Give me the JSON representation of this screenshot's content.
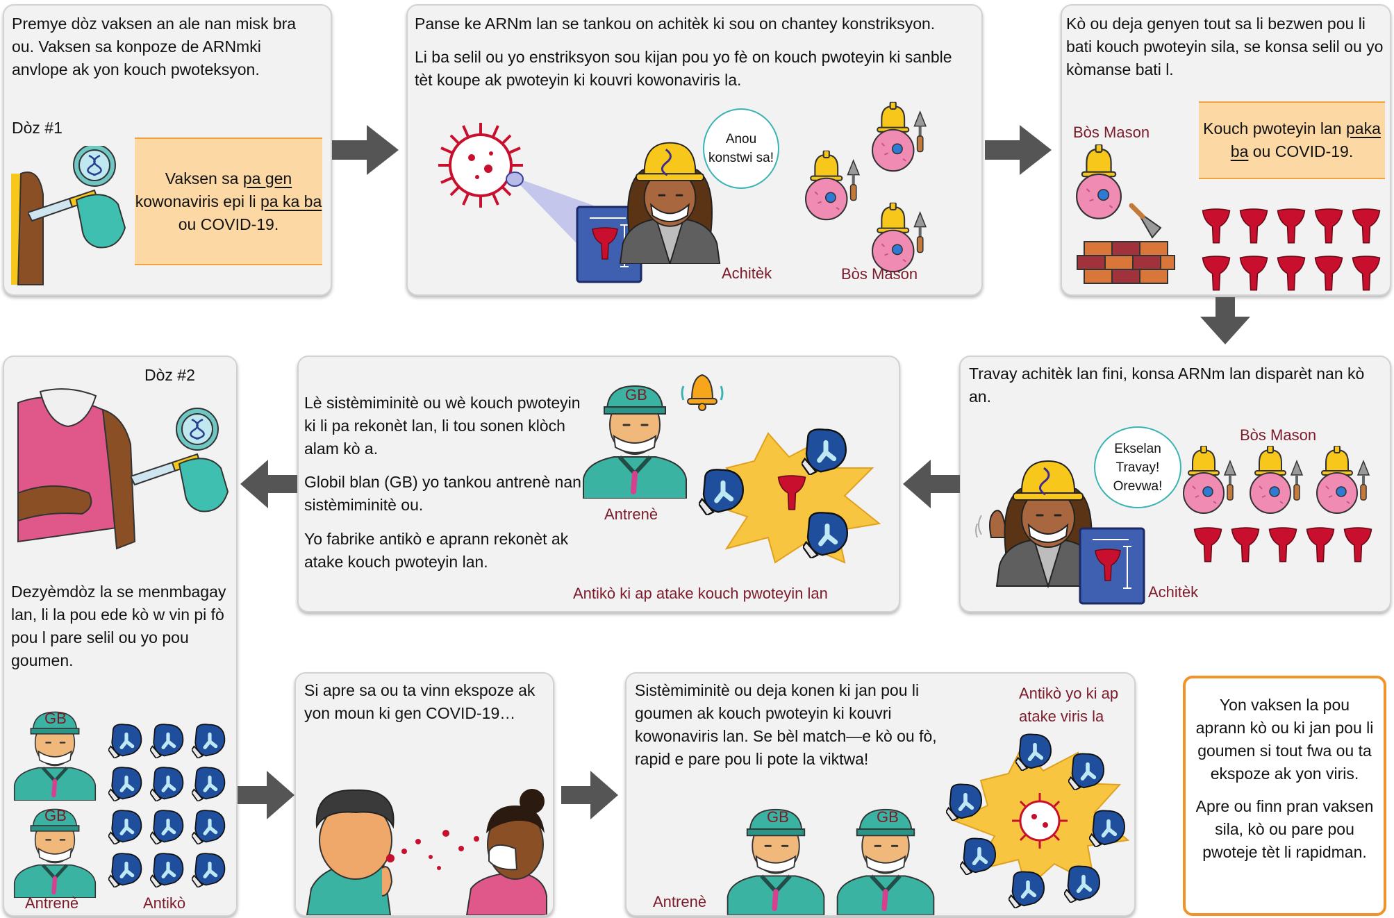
{
  "panels": {
    "p1": {
      "text": "Premye dòz vaksen an ale nan misk bra ou. Vaksen sa konpoze de ARNmki anvlope ak yon kouch pwoteksyon.",
      "dose": "Dòz #1",
      "note_a": "Vaksen sa ",
      "note_u1": "pa gen",
      "note_b": " kowonaviris epi li ",
      "note_u2": "pa ka ba",
      "note_c": " ou COVID-19."
    },
    "p2": {
      "text1": "Panse ke ARNm lan se tankou on achitèk ki sou on chantey konstriksyon.",
      "text2": "Li ba selil ou yo enstriksyon sou kijan pou yo fè on kouch pwoteyin ki sanble tèt koupe ak pwoteyin ki kouvri kowonaviris la.",
      "bubble": "Anou konstwi sa!",
      "label_architect": "Achitèk",
      "label_mason": "Bòs Mason"
    },
    "p3": {
      "text": "Kò ou deja genyen tout sa li bezwen pou li bati kouch pwoteyin sila, se konsa selil ou yo kòmanse bati l.",
      "label_mason": "Bòs Mason",
      "note_a": "Kouch pwoteyin lan ",
      "note_u": "paka ba",
      "note_b": " ou COVID-19."
    },
    "p4": {
      "text": "Travay achitèk lan fini, konsa ARNm lan disparèt nan kò an.",
      "bubble": "Ekselan Travay! Orevwa!",
      "label_mason": "Bòs Mason",
      "label_architect": "Achitèk"
    },
    "p5": {
      "text1": "Lè sistèmiminitè ou wè kouch pwoteyin ki li pa rekonèt lan, li tou sonen klòch alam kò a.",
      "text2": "Globil blan (GB) yo tankou antrenè nan sistèmiminitè ou.",
      "text3": "Yo fabrike antikò e aprann rekonèt ak atake kouch pwoteyin lan.",
      "label_coach": "Antrenè",
      "label_antibody": "Antikò ki ap atake kouch pwoteyin lan",
      "gb": "GB"
    },
    "p6": {
      "dose": "Dòz #2",
      "text": "Dezyèmdòz la se menmbagay lan, li la pou ede kò w vin pi fò pou l pare selil ou yo pou goumen.",
      "label_coach": "Antrenè",
      "label_antibody": "Antikò",
      "gb": "GB"
    },
    "p7": {
      "text": "Si apre sa ou ta vinn ekspoze ak yon moun ki gen COVID-19…"
    },
    "p8": {
      "text": "Sistèmiminitè ou deja konen ki jan pou li goumen ak kouch pwoteyin ki kouvri kowonaviris lan. Se bèl match—e kò ou fò, rapid e pare pou li pote la viktwa!",
      "label_antibody": "Antikò yo ki ap atake viris la",
      "label_coach": "Antrenè",
      "gb": "GB"
    },
    "final": {
      "text1": "Yon vaksen la pou aprann kò ou ki jan pou li goumen si tout fwa ou ta ekspoze ak yon viris.",
      "text2": "Apre ou finn pran vaksen sila, kò ou pare pou pwoteje tèt li rapidman."
    }
  },
  "colors": {
    "arrow": "#555555",
    "note_bg": "#fbd8a4",
    "note_line": "#f2a23c",
    "label_red": "#7b1b2a",
    "protein": "#c8102e",
    "glove": "#1e4e9c",
    "coach": "#3bb3a3",
    "final_border": "#f0932b"
  }
}
